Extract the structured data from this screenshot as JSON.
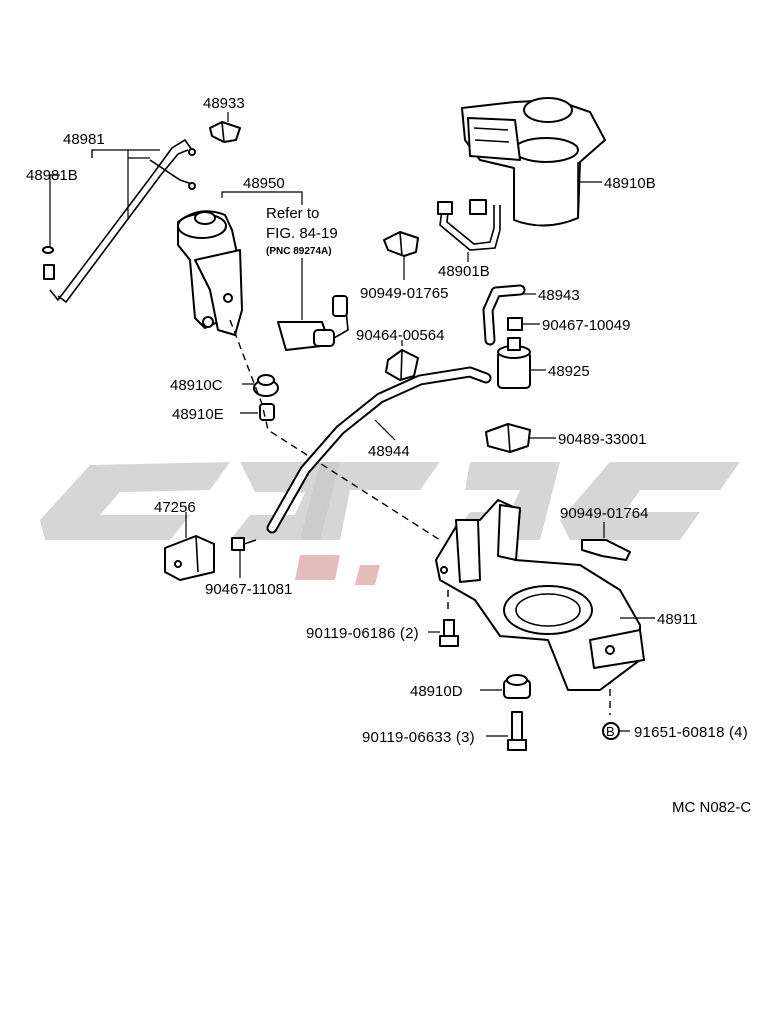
{
  "labels": {
    "p48933": "48933",
    "p48981": "48981",
    "p48981B": "48981B",
    "p48950": "48950",
    "refer_line1": "Refer to",
    "refer_line2": "FIG. 84-19",
    "refer_line3": "(PNC 89274A)",
    "p48910B": "48910B",
    "p48901B": "48901B",
    "p90949_01765": "90949-01765",
    "p48943": "48943",
    "p90467_10049": "90467-10049",
    "p90464_00564": "90464-00564",
    "p48925": "48925",
    "p48910C": "48910C",
    "p48910E": "48910E",
    "p48944": "48944",
    "p90489_33001": "90489-33001",
    "p47256": "47256",
    "p90949_01764": "90949-01764",
    "p90467_11081": "90467-11081",
    "p48911": "48911",
    "p90119_06186": "90119-06186 (2)",
    "p48910D": "48910D",
    "p90119_06633": "90119-06633 (3)",
    "marker_b": "B",
    "p91651_60818": "91651-60818 (4)",
    "figure_code": "MC N082-C"
  },
  "colors": {
    "line": "#000000",
    "watermark_gray": "#c8c8c8",
    "watermark_red": "#d9a0a0",
    "background": "#ffffff"
  }
}
